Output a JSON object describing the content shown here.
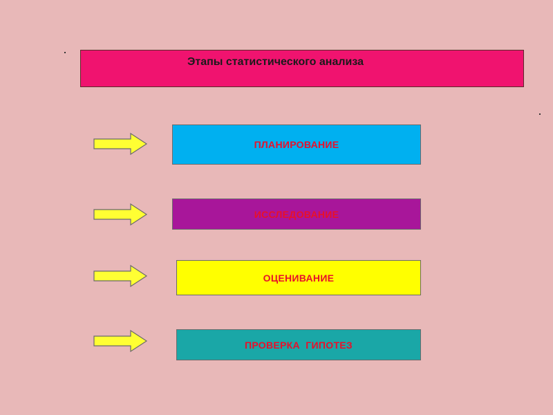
{
  "title": "Этапы статистического анализа",
  "colors": {
    "background": "#e8b8b8",
    "title_box": "#f0136f",
    "arrow_fill": "#ffff33",
    "arrow_stroke": "#6a6a6a",
    "label_text": "#e8102a"
  },
  "stages": [
    {
      "label": "ПЛАНИРОВАНИЕ",
      "fill": "#00b0f0"
    },
    {
      "label": "ИССЛЕДОВАНИЕ",
      "fill": "#a8169a"
    },
    {
      "label": "ОЦЕНИВАНИЕ",
      "fill": "#ffff00"
    },
    {
      "label": "ПРОВЕРКА  ГИПОТЕЗ",
      "fill": "#1aa7a7"
    }
  ],
  "icons": [
    "arrow-right-icon"
  ]
}
